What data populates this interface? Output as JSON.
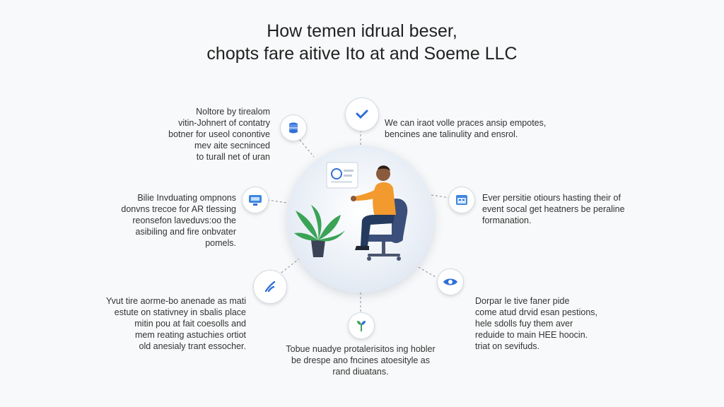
{
  "title": {
    "line1": "How temen idrual beser,",
    "line2": "chopts fare aitive Ito at and Soeme LLC"
  },
  "nodes": [
    {
      "id": "top",
      "icon": "check-icon",
      "lines": [
        "We can iraot volle praces ansip empotes,",
        "bencines ane talinulity and ensrol."
      ]
    },
    {
      "id": "upper-left",
      "icon": "database-icon",
      "lines": [
        "Noltore by tirealom",
        "vitin-Johnert of contatry",
        "botner for useol conontive",
        "mev aite secninced",
        "to turall net of uran"
      ]
    },
    {
      "id": "upper-right",
      "icon": "calendar-icon",
      "lines": [
        "Ever persitie otiours hasting their of",
        "event socal get heatners be peraline",
        "formanation."
      ]
    },
    {
      "id": "middle-left",
      "icon": "monitor-icon",
      "lines": [
        "Bilie Invduating ompnons",
        "donvns trecoe for AR tlessing",
        "reonsefon laveduvs:oo the",
        "asibiling and fire onbvater",
        "pomels."
      ]
    },
    {
      "id": "lower-left",
      "icon": "pen-icon",
      "lines": [
        "Yvut tire aorme-bo anenade as mati",
        "estute on stativney in sbalis place",
        "mitin pou at fait coesolls and",
        "mem reating astuchies ortiot",
        "old anesialy trant essocher."
      ]
    },
    {
      "id": "lower-right",
      "icon": "eye-icon",
      "lines": [
        "Dorpar le tive faner pide",
        "come atud drvid esan pestions,",
        "hele sdolls fuy them aver",
        "reduide to main HEE hoocin.",
        "triat on sevifuds."
      ]
    },
    {
      "id": "bottom",
      "icon": "plant-icon",
      "lines": [
        "Tobue nuadye protalerisitos ing hobler",
        "be drespe ano fncines atoesityle as",
        "rand diuatans."
      ]
    }
  ],
  "colors": {
    "accent": "#2f6fd8",
    "shirt": "#f39a2e",
    "trousers": "#243a5e",
    "chair": "#3b4f7a",
    "plant": "#3aa356"
  }
}
